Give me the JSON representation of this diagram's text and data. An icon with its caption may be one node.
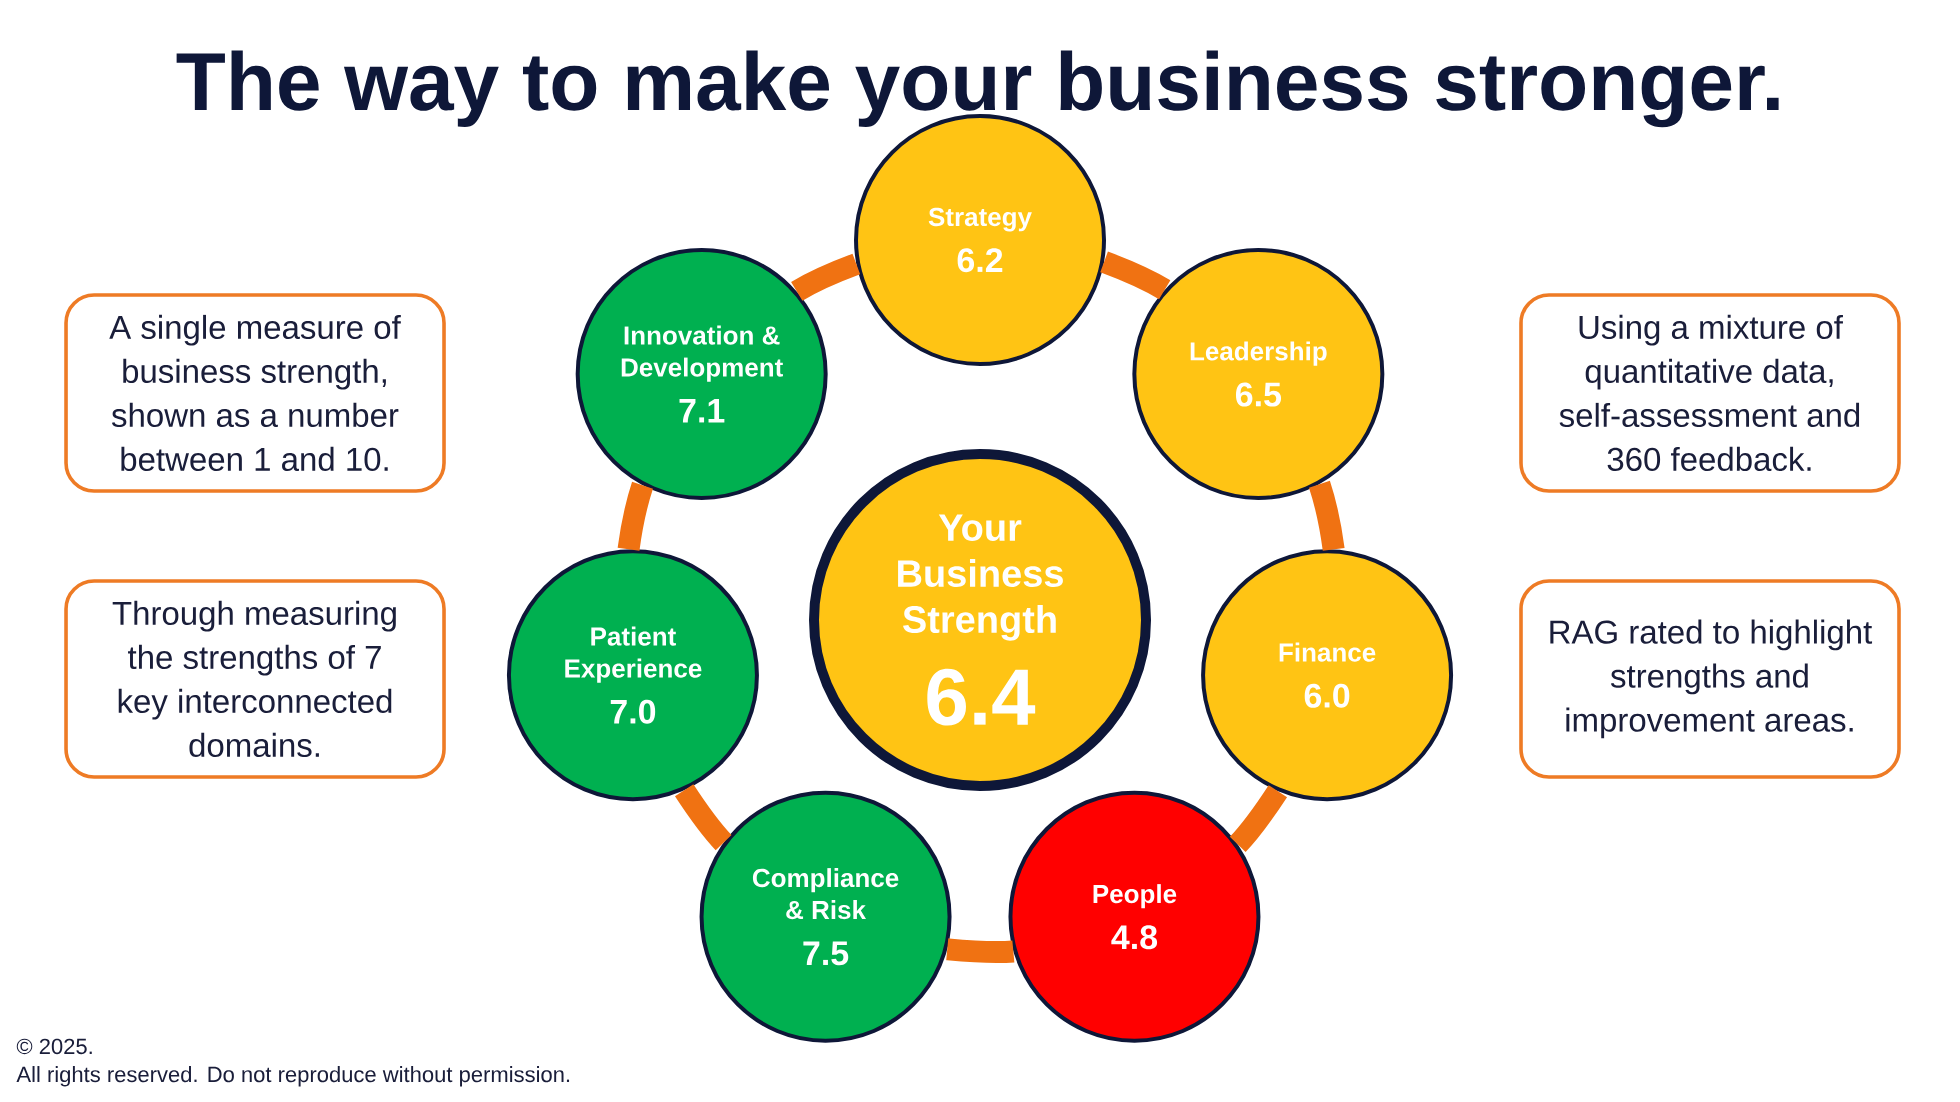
{
  "diagram": {
    "title": "The way to make your business stronger.",
    "nodes": [
      {
        "text": [
          "A single measure of business strength, shown as a number between 1 and 10."
        ]
      },
      {
        "text": [
          "Through measuring the strengths of 7 key interconnected domains."
        ]
      },
      {
        "text": [
          "Your Business Strength",
          "6.4"
        ]
      },
      {
        "text": [
          "Strategy",
          "6.2"
        ]
      },
      {
        "text": [
          "Leadership",
          "6.5"
        ]
      },
      {
        "text": [
          "Finance",
          "6.0"
        ]
      },
      {
        "text": [
          "People",
          "4.8"
        ]
      },
      {
        "text": [
          "Compliance & Risk",
          "7.5"
        ]
      },
      {
        "text": [
          "Patient Experience",
          "7.0"
        ]
      },
      {
        "text": [
          "Innovation & Development",
          "7.1"
        ]
      },
      {
        "text": [
          "Using a mixture of quantitative data, self-assessment and 360 feedback."
        ]
      },
      {
        "text": [
          "RAG rated to highlight strengths and improvement areas."
        ]
      }
    ],
    "edges": [
      {
        "from": 3,
        "to": 4,
        "arrow": "none"
      },
      {
        "from": 4,
        "to": 5,
        "arrow": "none"
      },
      {
        "from": 5,
        "to": 6,
        "arrow": "none"
      },
      {
        "from": 6,
        "to": 7,
        "arrow": "none"
      },
      {
        "from": 7,
        "to": 8,
        "arrow": "none"
      },
      {
        "from": 8,
        "to": 9,
        "arrow": "none"
      },
      {
        "from": 9,
        "to": 3,
        "arrow": "none"
      }
    ],
    "labels": [
      "© 2025.",
      "All rights reserved. Do not reproduce without permission."
    ]
  }
}
